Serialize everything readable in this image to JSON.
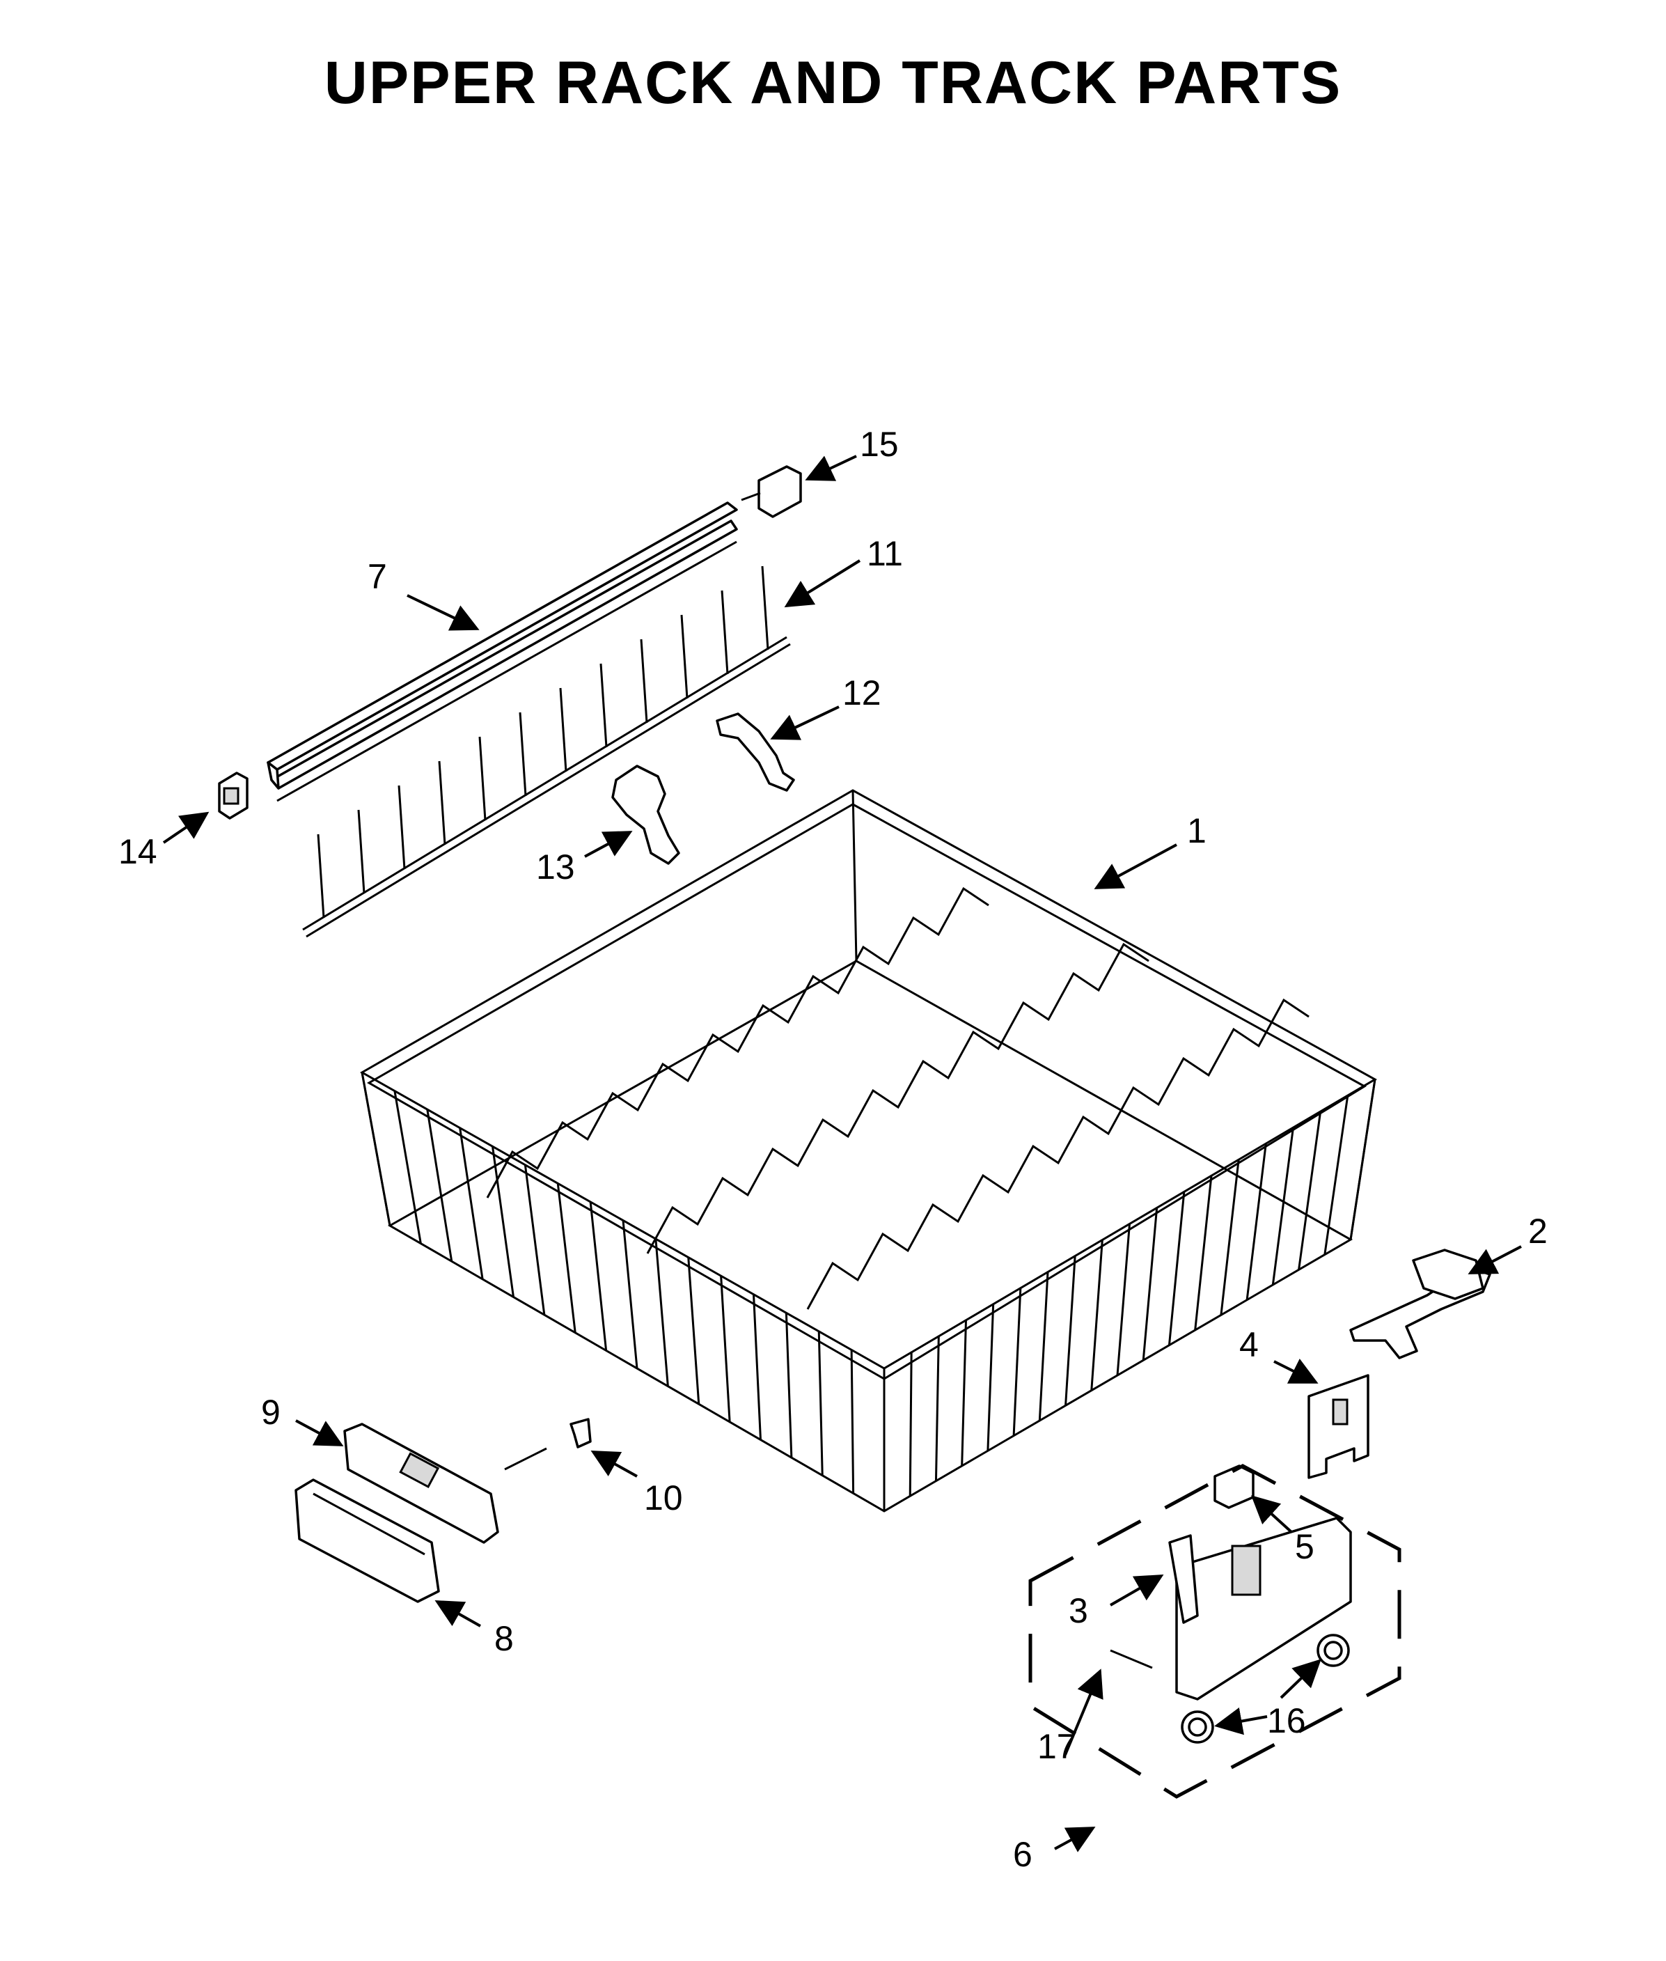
{
  "title": "UPPER RACK AND TRACK PARTS",
  "callouts": [
    {
      "id": "1",
      "label": "1"
    },
    {
      "id": "2",
      "label": "2"
    },
    {
      "id": "3",
      "label": "3"
    },
    {
      "id": "4",
      "label": "4"
    },
    {
      "id": "5",
      "label": "5"
    },
    {
      "id": "6",
      "label": "6"
    },
    {
      "id": "7",
      "label": "7"
    },
    {
      "id": "8",
      "label": "8"
    },
    {
      "id": "9",
      "label": "9"
    },
    {
      "id": "10",
      "label": "10"
    },
    {
      "id": "11",
      "label": "11"
    },
    {
      "id": "12",
      "label": "12"
    },
    {
      "id": "13",
      "label": "13"
    },
    {
      "id": "14",
      "label": "14"
    },
    {
      "id": "15",
      "label": "15"
    },
    {
      "id": "16",
      "label": "16"
    },
    {
      "id": "17",
      "label": "17"
    }
  ],
  "colors": {
    "ink": "#000000",
    "background": "#ffffff",
    "shade": "#d9d9d9"
  }
}
